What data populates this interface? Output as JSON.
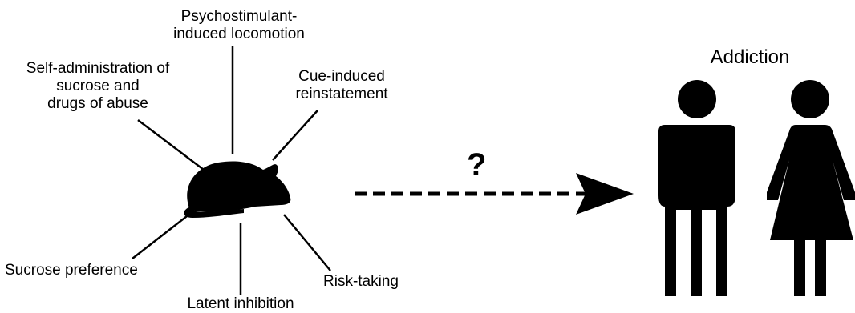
{
  "behaviors": {
    "psychostimulant": "Psychostimulant-\ninduced locomotion",
    "self_admin": "Self-administration of\nsucrose and\ndrugs of abuse",
    "cue_reinstatement": "Cue-induced\nreinstatement",
    "sucrose_preference": "Sucrose preference",
    "risk_taking": "Risk-taking",
    "latent_inhibition": "Latent inhibition"
  },
  "arrow_label": "?",
  "human_title": "Addiction",
  "icons": {
    "rodent": "rat-icon",
    "man": "man-icon",
    "woman": "woman-icon",
    "arrow": "dashed-arrow-icon"
  },
  "colors": {
    "ink": "#000000",
    "background": "#ffffff"
  }
}
